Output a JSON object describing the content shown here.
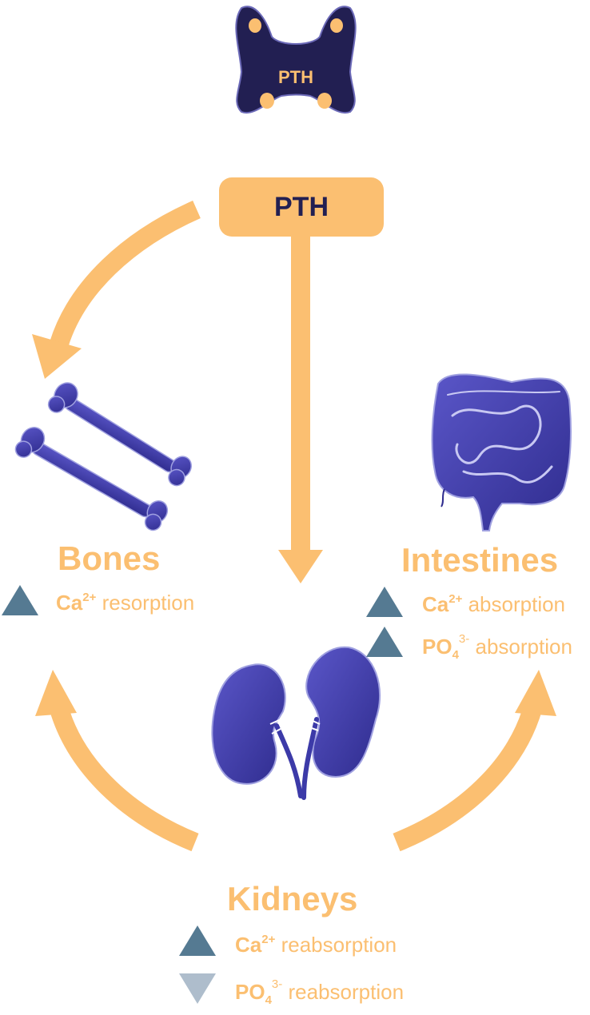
{
  "hormone": {
    "gland_label": "PTH",
    "box_label": "PTH"
  },
  "organs": {
    "bones": {
      "heading": "Bones",
      "effects": [
        {
          "ion": "Ca",
          "charge": "2+",
          "subscript": "",
          "text": "resorption",
          "direction": "up"
        }
      ]
    },
    "intestines": {
      "heading": "Intestines",
      "effects": [
        {
          "ion": "Ca",
          "charge": "2+",
          "subscript": "",
          "text": "absorption",
          "direction": "up"
        },
        {
          "ion": "PO",
          "charge": "3-",
          "subscript": "4",
          "text": "absorption",
          "direction": "up"
        }
      ]
    },
    "kidneys": {
      "heading": "Kidneys",
      "effects": [
        {
          "ion": "Ca",
          "charge": "2+",
          "subscript": "",
          "text": "reabsorption",
          "direction": "up"
        },
        {
          "ion": "PO",
          "charge": "3-",
          "subscript": "4",
          "text": "reabsorption",
          "direction": "down"
        }
      ]
    }
  },
  "colors": {
    "arrow": "#fbbf71",
    "organ": "#3c3aa8",
    "gland": "#221f52",
    "increase": "#557a92",
    "decrease": "#aebdcc"
  }
}
